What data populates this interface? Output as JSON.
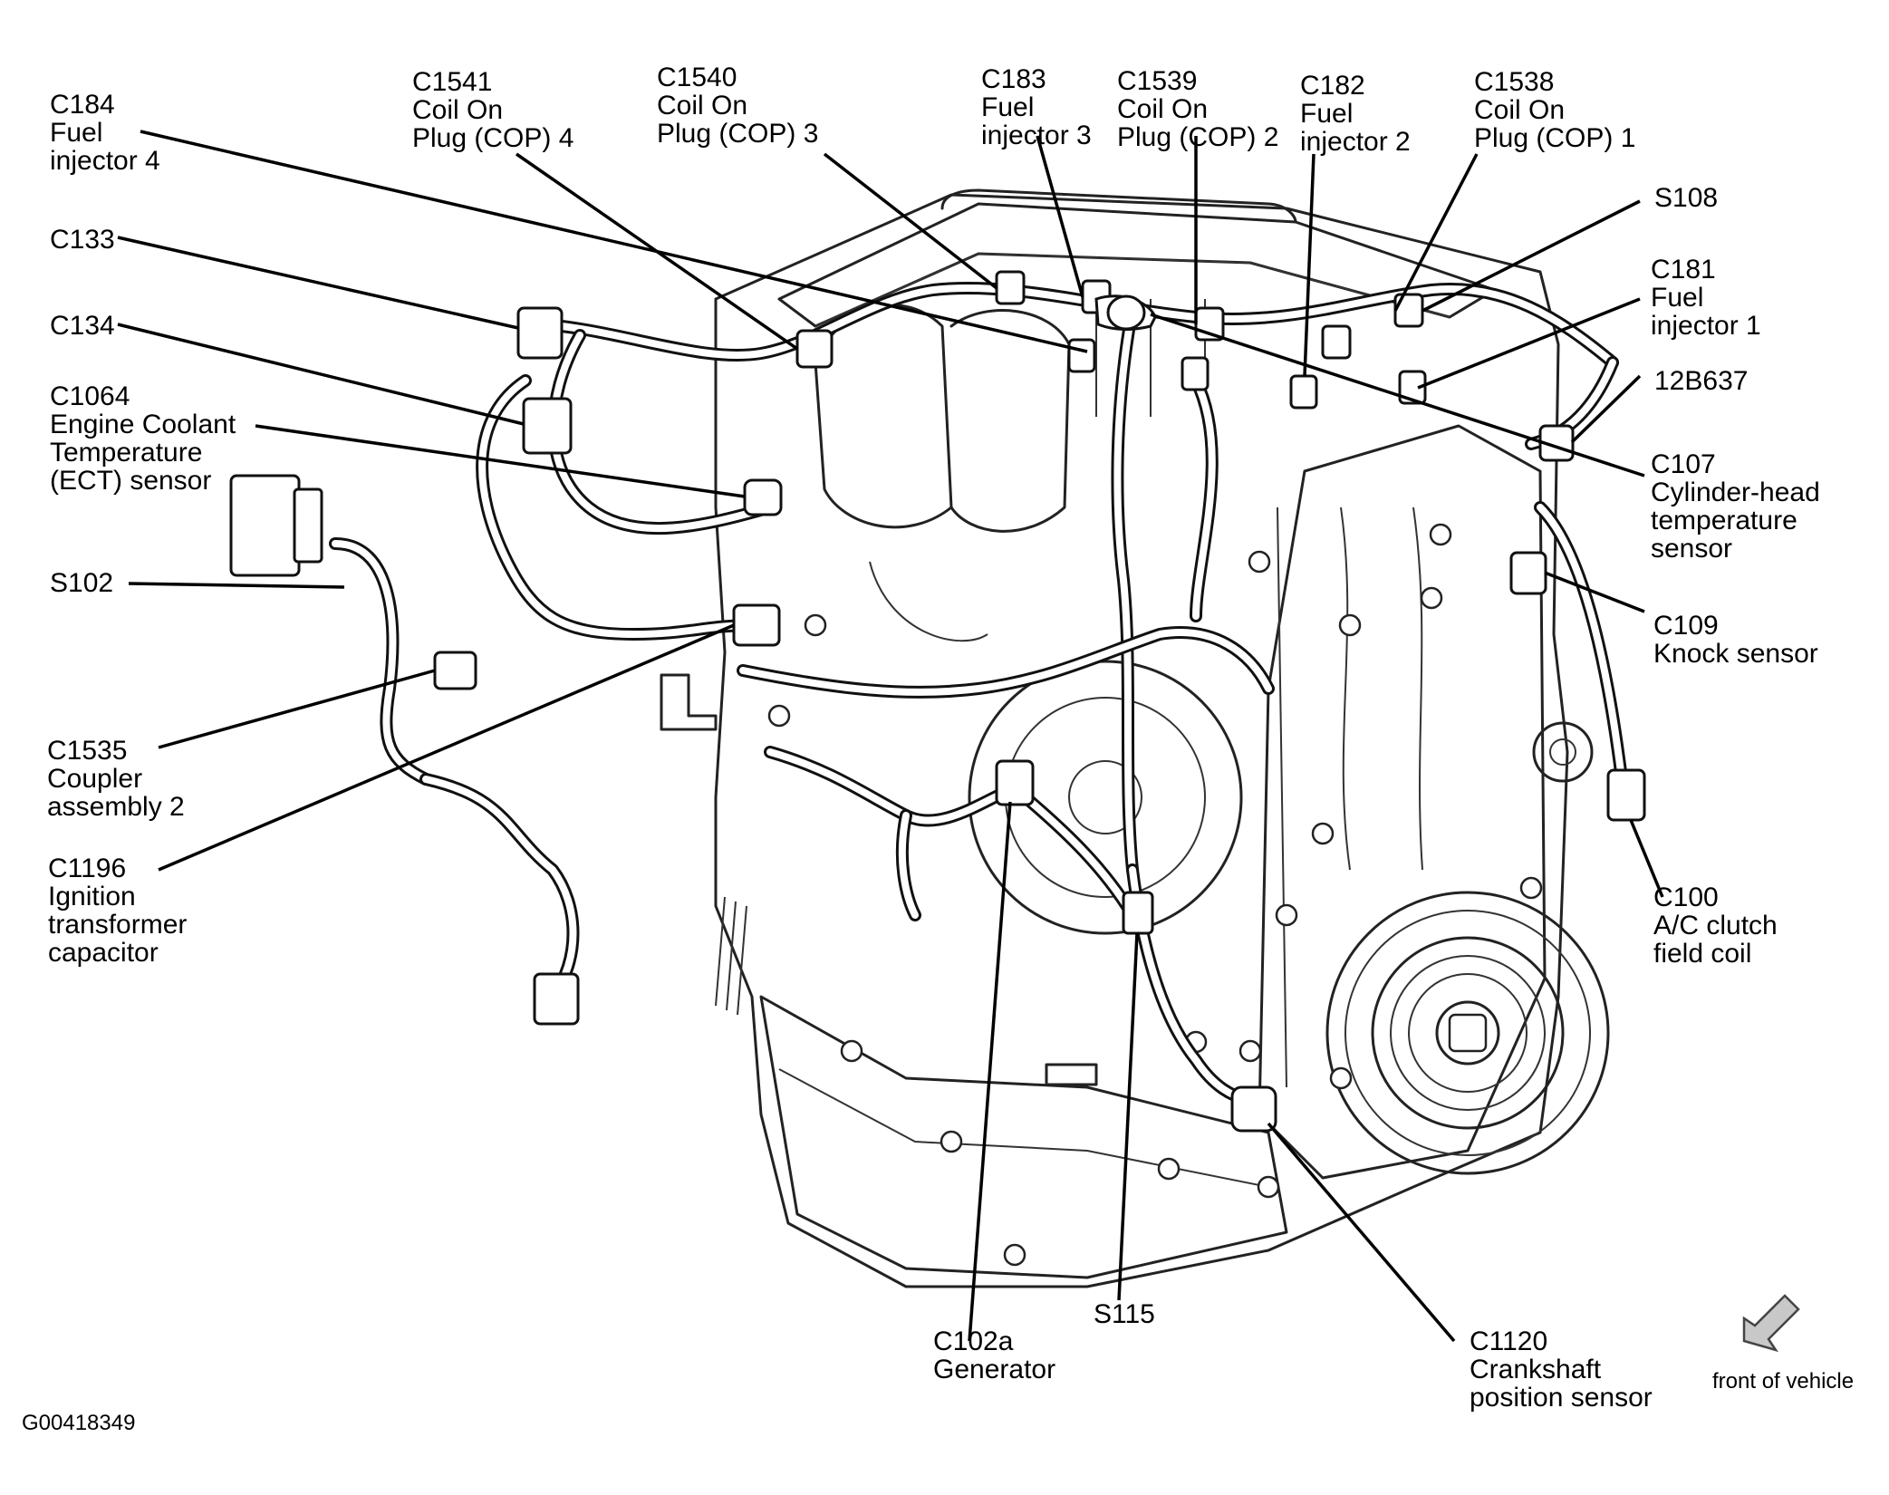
{
  "figure_id": "G00418349",
  "front_of_vehicle": "front of vehicle",
  "callouts": {
    "c184": {
      "lines": [
        "C184",
        "Fuel",
        "injector 4"
      ]
    },
    "c1541": {
      "lines": [
        "C1541",
        "Coil On",
        "Plug (COP) 4"
      ]
    },
    "c1540": {
      "lines": [
        "C1540",
        "Coil On",
        "Plug (COP) 3"
      ]
    },
    "c183": {
      "lines": [
        "C183",
        "Fuel",
        "injector 3"
      ]
    },
    "c1539": {
      "lines": [
        "C1539",
        "Coil On",
        "Plug (COP) 2"
      ]
    },
    "c182": {
      "lines": [
        "C182",
        "Fuel",
        "injector 2"
      ]
    },
    "c1538": {
      "lines": [
        "C1538",
        "Coil On",
        "Plug (COP) 1"
      ]
    },
    "s108": {
      "lines": [
        "S108"
      ]
    },
    "c181": {
      "lines": [
        "C181",
        "Fuel",
        "injector 1"
      ]
    },
    "c12b637": {
      "lines": [
        "12B637"
      ]
    },
    "c107": {
      "lines": [
        "C107",
        "Cylinder-head",
        "temperature",
        "sensor"
      ]
    },
    "c109": {
      "lines": [
        "C109",
        "Knock sensor"
      ]
    },
    "c100": {
      "lines": [
        "C100",
        "A/C clutch",
        "field coil"
      ]
    },
    "c1120": {
      "lines": [
        "C1120",
        "Crankshaft",
        "position sensor"
      ]
    },
    "s115": {
      "lines": [
        "S115"
      ]
    },
    "c102a": {
      "lines": [
        "C102a",
        "Generator"
      ]
    },
    "c1196": {
      "lines": [
        "C1196",
        "Ignition",
        "transformer",
        "capacitor"
      ]
    },
    "c1535": {
      "lines": [
        "C1535",
        "Coupler",
        "assembly 2"
      ]
    },
    "s102": {
      "lines": [
        "S102"
      ]
    },
    "c1064": {
      "lines": [
        "C1064",
        "Engine Coolant",
        "Temperature",
        "(ECT) sensor"
      ]
    },
    "c134": {
      "lines": [
        "C134"
      ]
    },
    "c133": {
      "lines": [
        "C133"
      ]
    }
  }
}
